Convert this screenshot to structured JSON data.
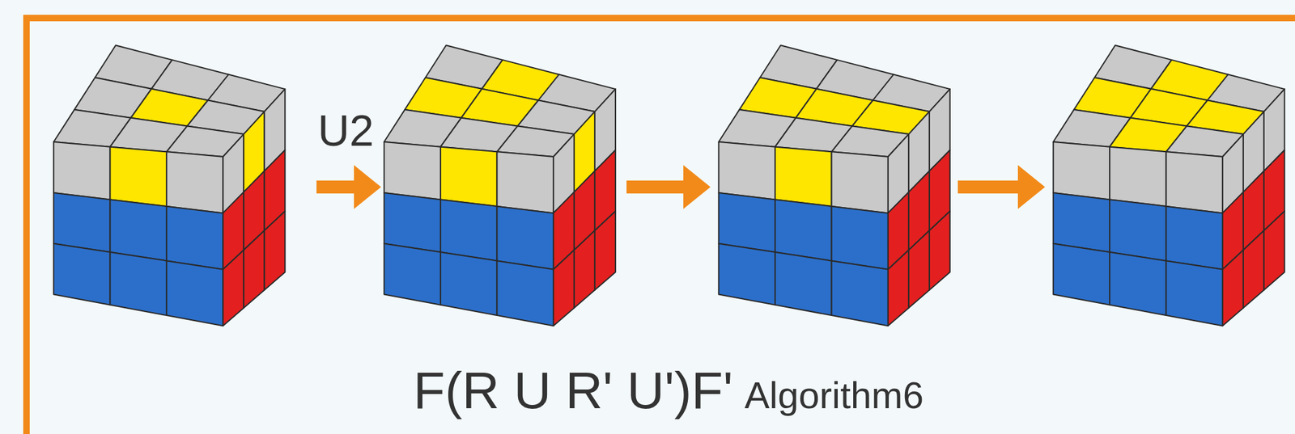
{
  "diagram": {
    "labels": [
      "U2",
      "F(R U R' U')F'",
      "Algorithm6"
    ]
  }
}
